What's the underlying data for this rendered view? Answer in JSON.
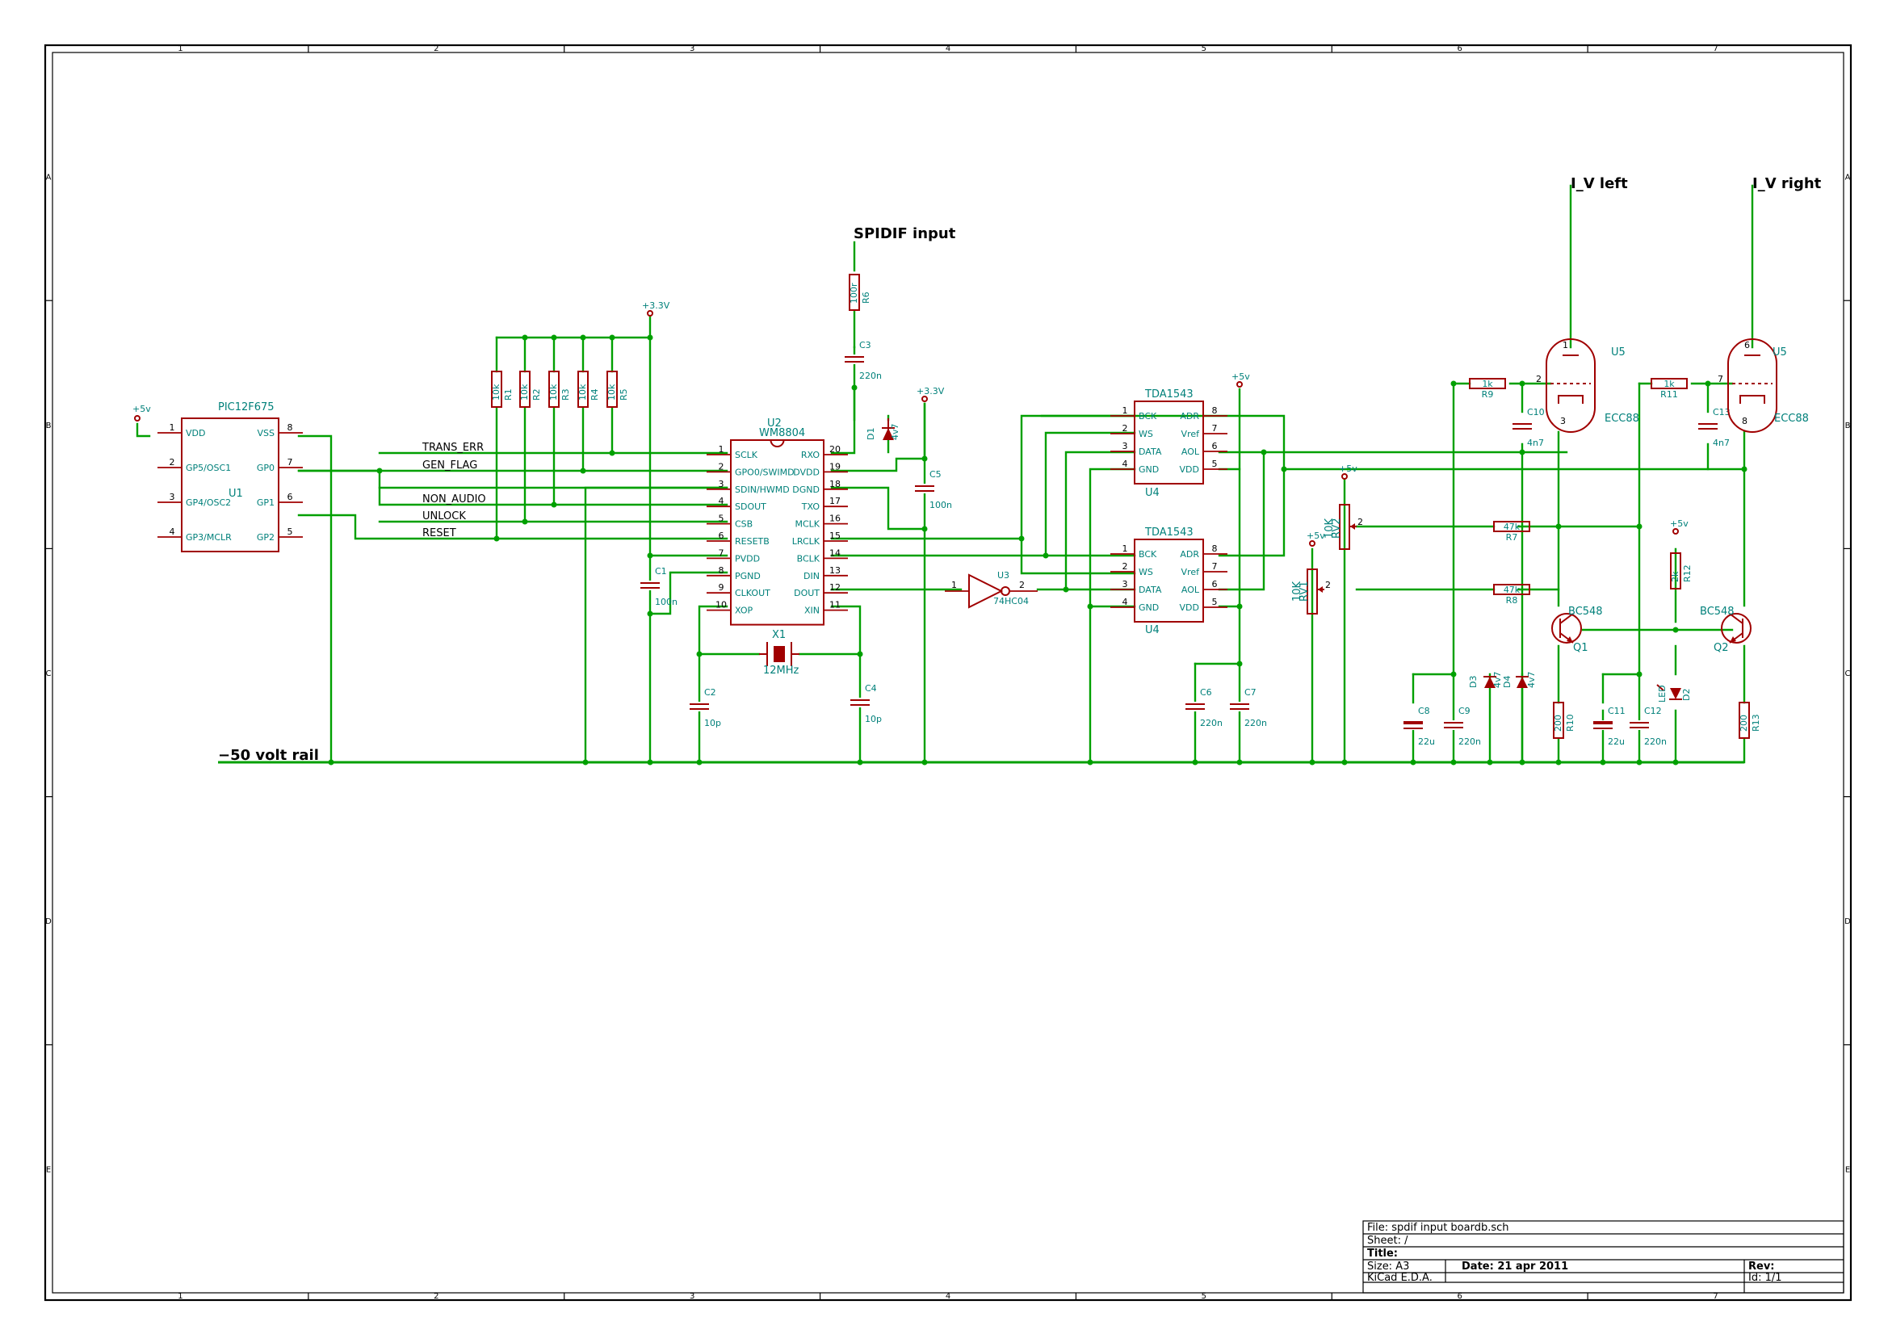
{
  "frame": {
    "columns": [
      "1",
      "2",
      "3",
      "4",
      "5",
      "6",
      "7"
    ],
    "rows": [
      "A",
      "B",
      "C",
      "D",
      "E"
    ]
  },
  "title_block": {
    "file": "File: spdif input boardb.sch",
    "sheet": "Sheet: /",
    "title": "Title:",
    "size": "Size: A3",
    "date": "Date: 21 apr 2011",
    "rev": "Rev:",
    "tool": "KiCad E.D.A.",
    "id": "Id: 1/1"
  },
  "labels": {
    "spdif_input": "SPIDIF input",
    "lv_left": "I_V left",
    "lv_right": "I_V right",
    "rail": "−50 volt rail",
    "trans_err": "TRANS_ERR",
    "gen_flag": "GEN_FLAG",
    "non_audio": "NON_AUDIO",
    "unlock": "UNLOCK",
    "reset": "RESET"
  },
  "power": {
    "v5": "+5v",
    "v33": "+3.3V",
    "v5b": "+5v"
  },
  "u1": {
    "part": "PIC12F675",
    "ref": "U1",
    "left": [
      {
        "num": "1",
        "name": "VDD"
      },
      {
        "num": "2",
        "name": "GP5/OSC1"
      },
      {
        "num": "3",
        "name": "GP4/OSC2"
      },
      {
        "num": "4",
        "name": "GP3/MCLR"
      }
    ],
    "right": [
      {
        "num": "8",
        "name": "VSS"
      },
      {
        "num": "7",
        "name": "GP0"
      },
      {
        "num": "6",
        "name": "GP1"
      },
      {
        "num": "5",
        "name": "GP2"
      }
    ]
  },
  "u2": {
    "ref": "U2",
    "part": "WM8804",
    "left": [
      {
        "num": "1",
        "name": "SCLK"
      },
      {
        "num": "2",
        "name": "GPO0/SWIMD"
      },
      {
        "num": "3",
        "name": "SDIN/HWMD"
      },
      {
        "num": "4",
        "name": "SDOUT"
      },
      {
        "num": "5",
        "name": "CSB"
      },
      {
        "num": "6",
        "name": "RESETB"
      },
      {
        "num": "7",
        "name": "PVDD"
      },
      {
        "num": "8",
        "name": "PGND"
      },
      {
        "num": "9",
        "name": "CLKOUT"
      },
      {
        "num": "10",
        "name": "XOP"
      }
    ],
    "right": [
      {
        "num": "20",
        "name": "RXO"
      },
      {
        "num": "19",
        "name": "DVDD"
      },
      {
        "num": "18",
        "name": "DGND"
      },
      {
        "num": "17",
        "name": "TXO"
      },
      {
        "num": "16",
        "name": "MCLK"
      },
      {
        "num": "15",
        "name": "LRCLK"
      },
      {
        "num": "14",
        "name": "BCLK"
      },
      {
        "num": "13",
        "name": "DIN"
      },
      {
        "num": "12",
        "name": "DOUT"
      },
      {
        "num": "11",
        "name": "XIN"
      }
    ]
  },
  "u4a": {
    "part": "TDA1543",
    "ref": "U4",
    "left": [
      {
        "num": "1",
        "name": "BCK"
      },
      {
        "num": "2",
        "name": "WS"
      },
      {
        "num": "3",
        "name": "DATA"
      },
      {
        "num": "4",
        "name": "GND"
      }
    ],
    "right": [
      {
        "num": "8",
        "name": "ADR"
      },
      {
        "num": "7",
        "name": "Vref"
      },
      {
        "num": "6",
        "name": "AOL"
      },
      {
        "num": "5",
        "name": "VDD"
      }
    ]
  },
  "u4b": {
    "part": "TDA1543",
    "ref": "U4",
    "left": [
      {
        "num": "1",
        "name": "BCK"
      },
      {
        "num": "2",
        "name": "WS"
      },
      {
        "num": "3",
        "name": "DATA"
      },
      {
        "num": "4",
        "name": "GND"
      }
    ],
    "right": [
      {
        "num": "8",
        "name": "ADR"
      },
      {
        "num": "7",
        "name": "Vref"
      },
      {
        "num": "6",
        "name": "AOL"
      },
      {
        "num": "5",
        "name": "VDD"
      }
    ]
  },
  "u3": {
    "ref": "U3",
    "part": "74HC04",
    "in": "1",
    "out": "2"
  },
  "resistors": {
    "r1": {
      "ref": "R1",
      "val": "10k"
    },
    "r2": {
      "ref": "R2",
      "val": "10k"
    },
    "r3": {
      "ref": "R3",
      "val": "10k"
    },
    "r4": {
      "ref": "R4",
      "val": "10k"
    },
    "r5": {
      "ref": "R5",
      "val": "10k"
    },
    "r6": {
      "ref": "R6",
      "val": "100r"
    },
    "r7": {
      "ref": "R7",
      "val": "47k"
    },
    "r8": {
      "ref": "R8",
      "val": "47k"
    },
    "r9": {
      "ref": "R9",
      "val": "1k"
    },
    "r10": {
      "ref": "R10",
      "val": "200"
    },
    "r11": {
      "ref": "R11",
      "val": "1k"
    },
    "r12": {
      "ref": "R12",
      "val": "2k"
    },
    "r13": {
      "ref": "R13",
      "val": "200"
    }
  },
  "caps": {
    "c1": {
      "ref": "C1",
      "val": "100n"
    },
    "c2": {
      "ref": "C2",
      "val": "10p"
    },
    "c3": {
      "ref": "C3",
      "val": "220n"
    },
    "c4": {
      "ref": "C4",
      "val": "10p"
    },
    "c5": {
      "ref": "C5",
      "val": "100n"
    },
    "c6": {
      "ref": "C6",
      "val": "220n"
    },
    "c7": {
      "ref": "C7",
      "val": "220n"
    },
    "c8": {
      "ref": "C8",
      "val": "22u"
    },
    "c9": {
      "ref": "C9",
      "val": "220n"
    },
    "c10": {
      "ref": "C10",
      "val": "4n7"
    },
    "c11": {
      "ref": "C11",
      "val": "22u"
    },
    "c12": {
      "ref": "C12",
      "val": "220n"
    },
    "c13": {
      "ref": "C13",
      "val": "4n7"
    }
  },
  "diodes": {
    "d1": {
      "ref": "D1",
      "val": "4v7"
    },
    "d2": {
      "ref": "D2",
      "val": "LED"
    },
    "d3": {
      "ref": "D3",
      "val": "4v7"
    },
    "d4": {
      "ref": "D4",
      "val": "4v7"
    }
  },
  "rv": {
    "rv1": {
      "ref": "RV1",
      "val": "10K",
      "pin": "2"
    },
    "rv2": {
      "ref": "RV2",
      "val": "10K",
      "pin": "2"
    }
  },
  "crystal": {
    "ref": "X1",
    "val": "12MHz"
  },
  "transistors": {
    "q1": {
      "ref": "Q1",
      "part": "BC548"
    },
    "q2": {
      "ref": "Q2",
      "part": "BC548"
    }
  },
  "tubes": {
    "u5a": {
      "ref": "U5",
      "part": "ECC88",
      "p1": "1",
      "p2": "2",
      "p3": "3"
    },
    "u5b": {
      "ref": "U5",
      "part": "ECC88",
      "p1": "6",
      "p2": "7",
      "p3": "8"
    }
  }
}
